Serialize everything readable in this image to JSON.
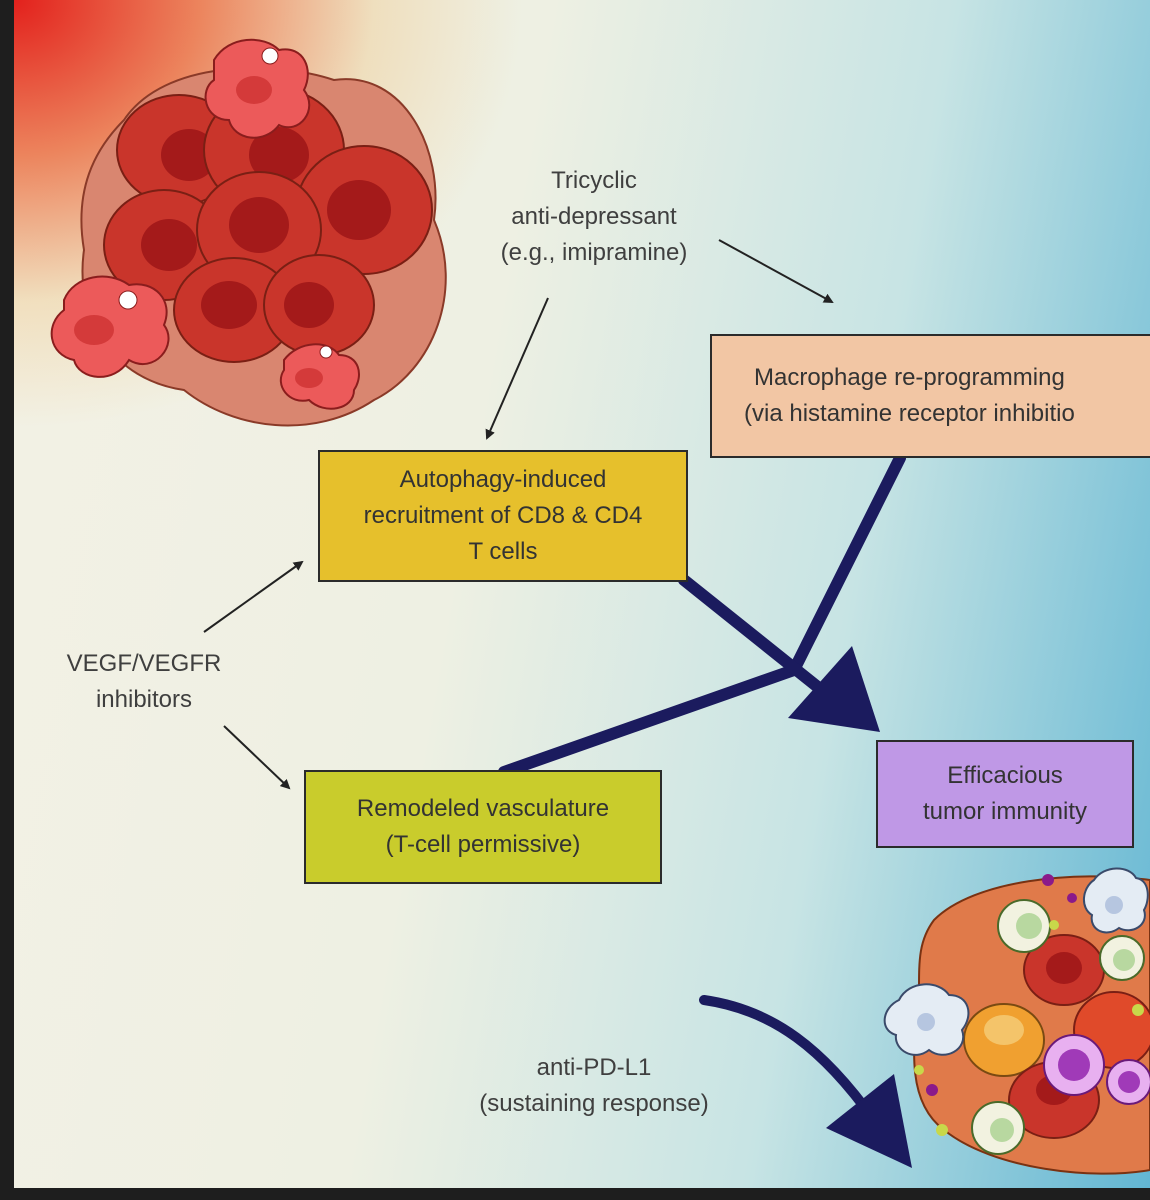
{
  "diagram": {
    "drug_label": [
      "Tricyclic",
      "anti-depressant",
      "(e.g., imipramine)"
    ],
    "vegf_label": [
      "VEGF/VEGFR",
      "inhibitors"
    ],
    "pdl1_label": [
      "anti-PD-L1",
      "(sustaining response)"
    ],
    "boxes": {
      "autophagy": {
        "lines": [
          "Autophagy-induced",
          "recruitment of CD8 & CD4",
          "T cells"
        ],
        "color": "#e6c02c"
      },
      "macrophage": {
        "lines": [
          "Macrophage re-programming",
          "(via histamine receptor inhibitio"
        ],
        "color": "#f2c6a4"
      },
      "vasculature": {
        "lines": [
          "Remodeled vasculature",
          "(T-cell permissive)"
        ],
        "color": "#c9cc2c"
      },
      "immunity": {
        "lines": [
          "Efficacious",
          "tumor immunity"
        ],
        "color": "#bf98e6"
      }
    },
    "colors": {
      "thick_arrow": "#1b1b5e",
      "thin_arrow": "#222222",
      "tumor_red": "#c9352b",
      "tumor_dark": "#a41a1a"
    }
  }
}
